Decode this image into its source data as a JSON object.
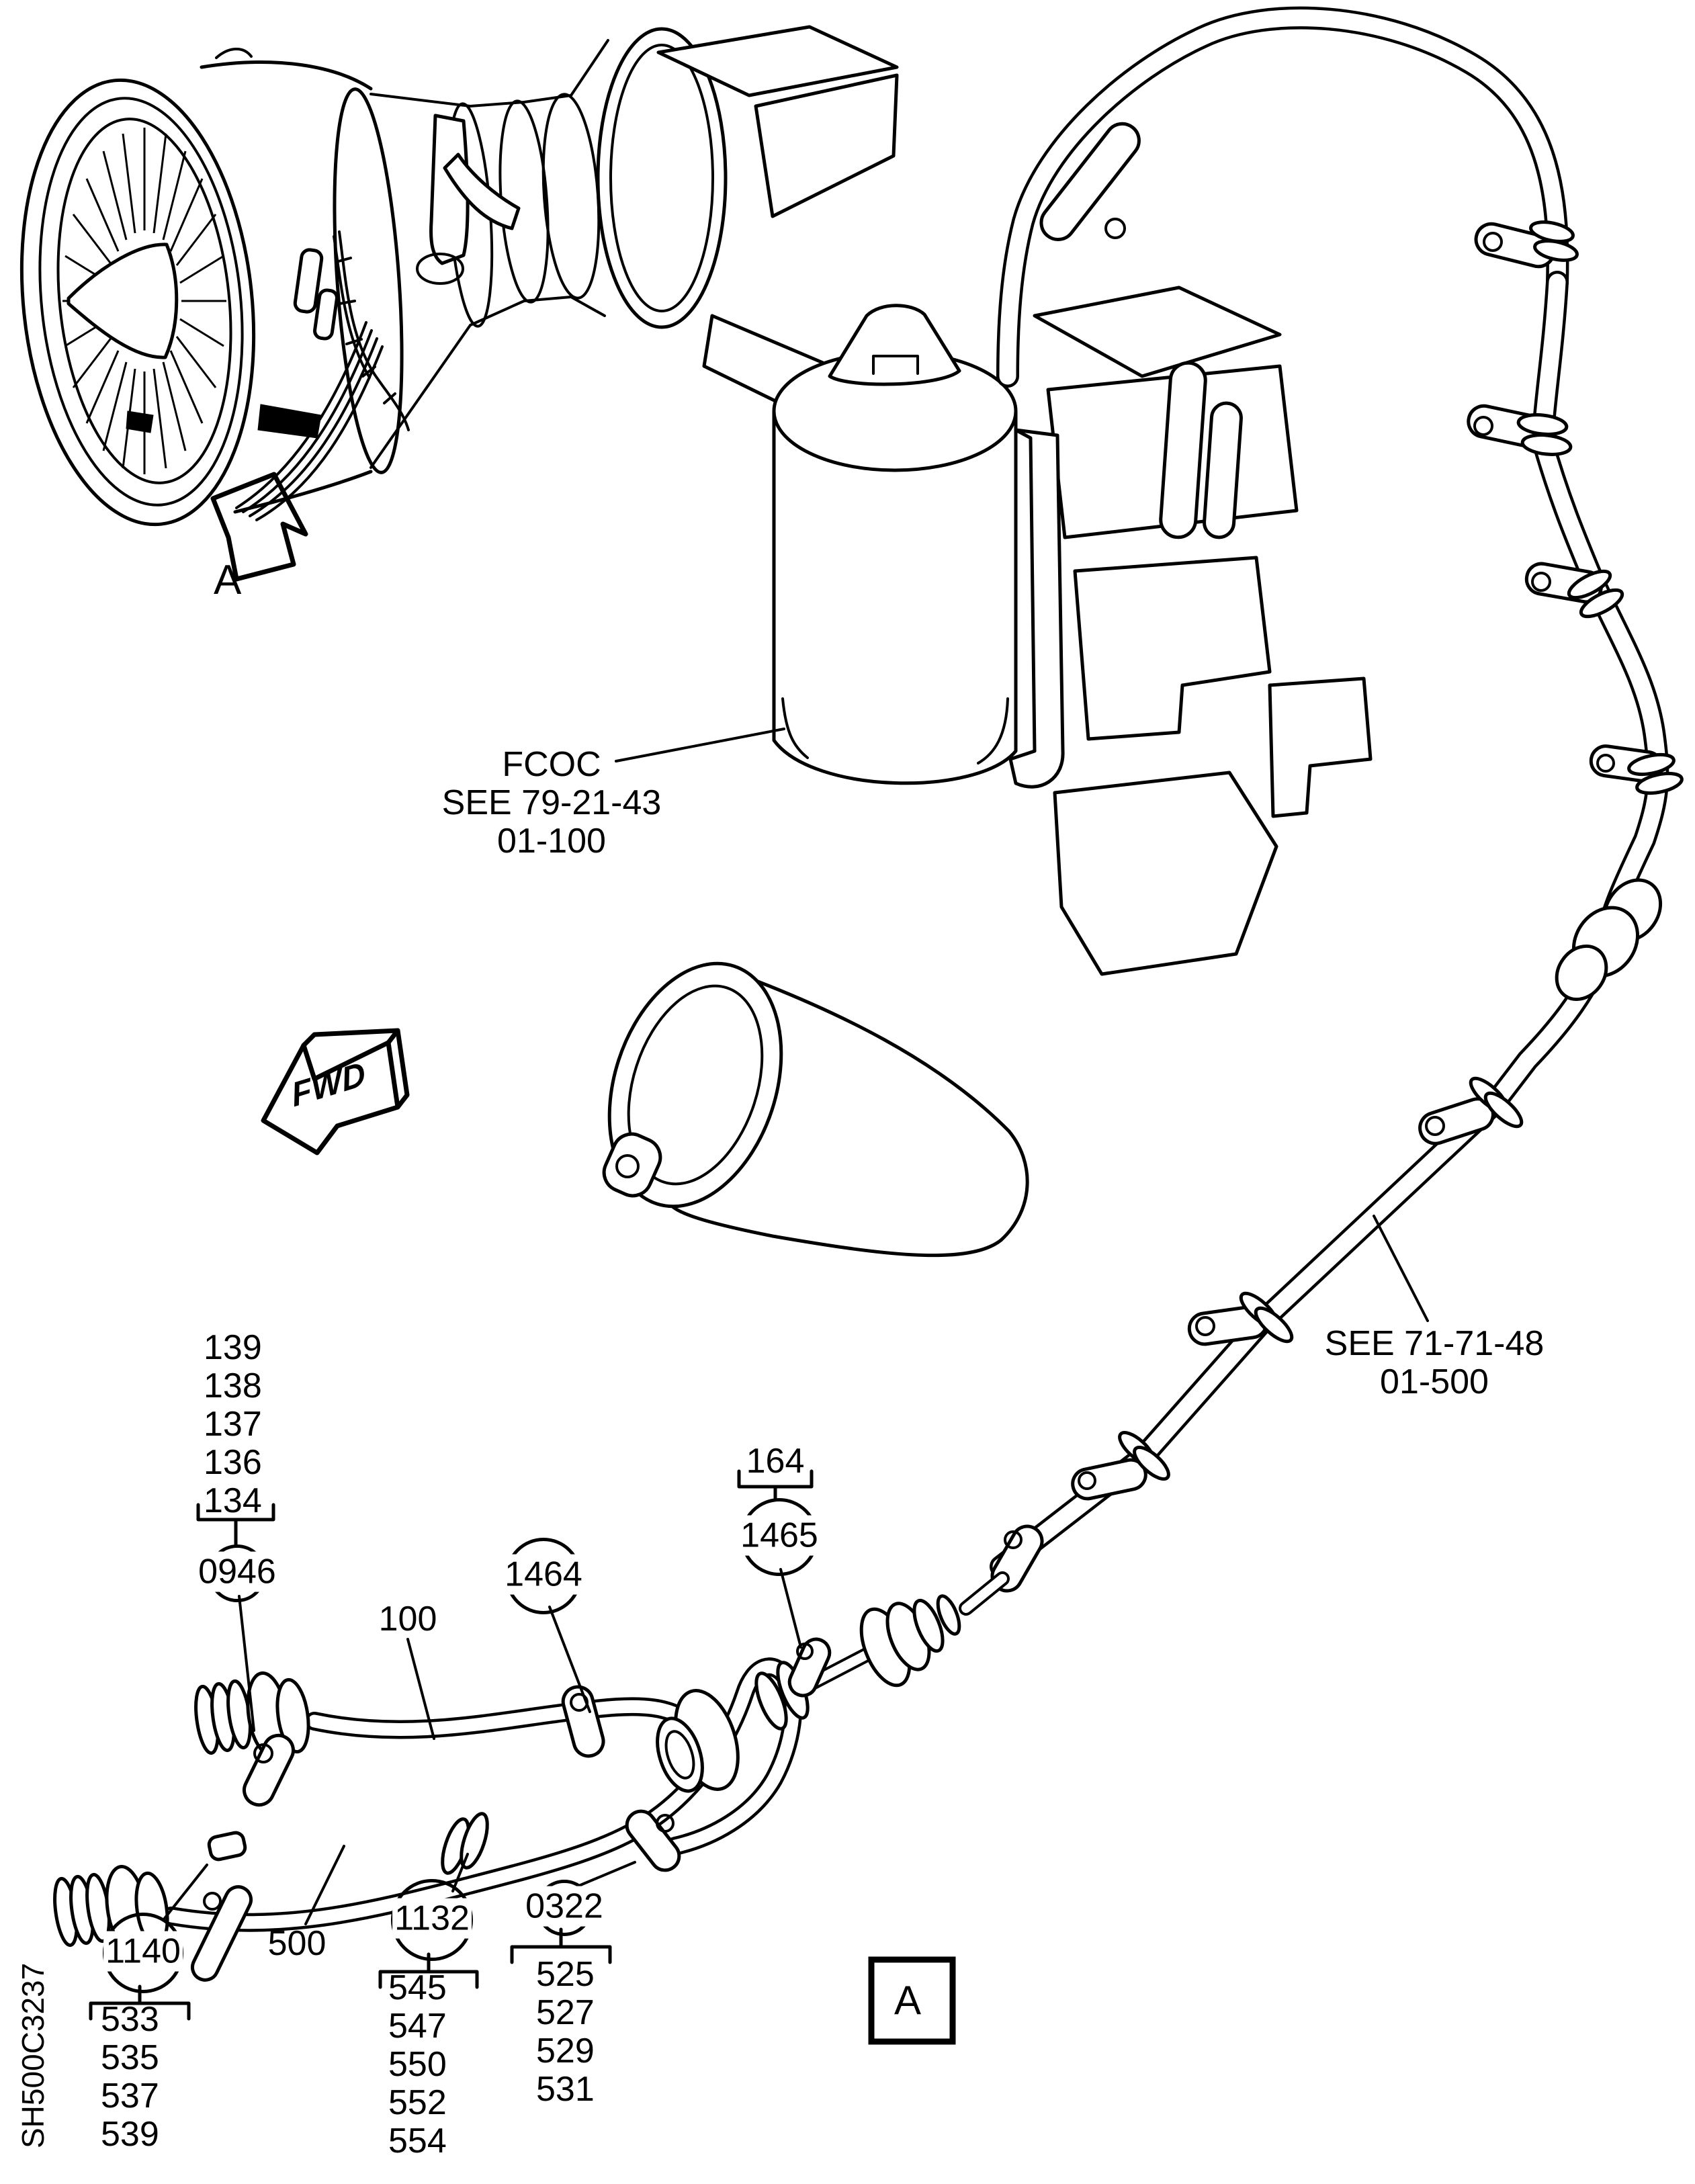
{
  "page": {
    "background": "#ffffff",
    "ink": "#000000"
  },
  "sheet": {
    "code": "SH500C3237"
  },
  "view_arrow": {
    "letter": "A"
  },
  "detail_box": {
    "letter": "A"
  },
  "fwd_arrow": {
    "label": "FWD"
  },
  "fcoc_label": {
    "line1": "FCOC",
    "line2": "SEE 79-21-43",
    "line3": "01-100"
  },
  "see_ref_label": {
    "line1": "SEE 71-71-48",
    "line2": "01-500"
  },
  "part_labels": {
    "tube_upper": "100",
    "tube_lower": "500",
    "union": "164"
  },
  "callout_0946": {
    "balloon": "0946",
    "items": [
      "139",
      "138",
      "137",
      "136",
      "134"
    ]
  },
  "callout_1464": {
    "balloon": "1464"
  },
  "callout_1465": {
    "balloon": "1465"
  },
  "callout_1140": {
    "balloon": "1140",
    "items": [
      "533",
      "535",
      "537",
      "539"
    ]
  },
  "callout_1132": {
    "balloon": "1132",
    "items": [
      "545",
      "547",
      "550",
      "552",
      "554"
    ]
  },
  "callout_0322": {
    "balloon": "0322",
    "items": [
      "525",
      "527",
      "529",
      "531"
    ]
  }
}
